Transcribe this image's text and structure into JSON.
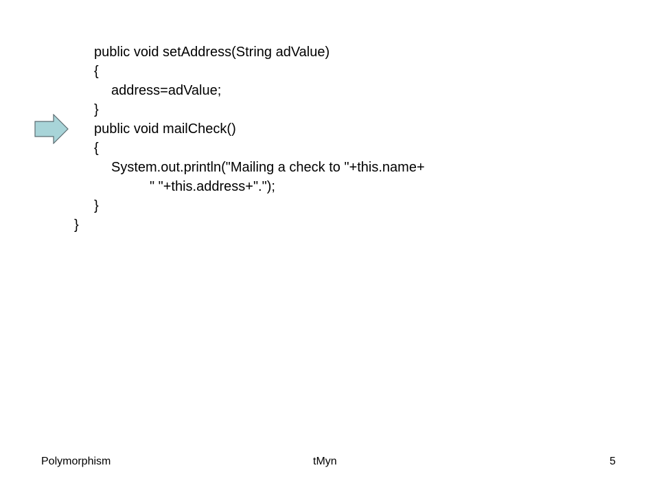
{
  "code": {
    "lines": [
      "public void setAddress(String adValue)",
      "{",
      "address=adValue;",
      "}",
      "public void mailCheck()",
      "{",
      "System.out.println(\"Mailing a check to \"+this.name+",
      "\" \"+this.address+\".\");",
      "}",
      "}"
    ]
  },
  "arrow": {
    "icon": "right-arrow-icon",
    "fill": "#a8d4d8",
    "stroke": "#5a6b70"
  },
  "footer": {
    "left": "Polymorphism",
    "center": "tMyn",
    "page_number": "5"
  }
}
